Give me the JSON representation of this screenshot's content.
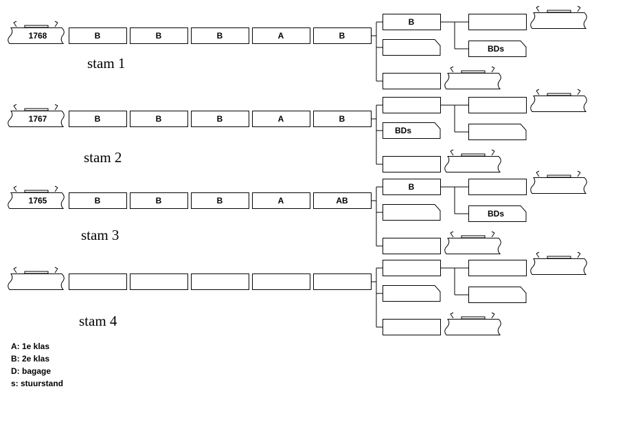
{
  "stams": [
    {
      "label": "stam 1",
      "loco_number": "1768",
      "cars": [
        "B",
        "B",
        "B",
        "A",
        "B"
      ],
      "branch": {
        "upper": "B",
        "middle_cab": "",
        "lower": "",
        "right_upper": "",
        "right_lower_cab": "BDs"
      }
    },
    {
      "label": "stam 2",
      "loco_number": "1767",
      "cars": [
        "B",
        "B",
        "B",
        "A",
        "B"
      ],
      "branch": {
        "upper": "",
        "middle_cab": "BDs",
        "lower": "",
        "right_upper": "",
        "right_lower_cab": ""
      }
    },
    {
      "label": "stam 3",
      "loco_number": "1765",
      "cars": [
        "B",
        "B",
        "B",
        "A",
        "AB"
      ],
      "branch": {
        "upper": "B",
        "middle_cab": "",
        "lower": "",
        "right_upper": "",
        "right_lower_cab": "BDs"
      }
    },
    {
      "label": "stam 4",
      "loco_number": "",
      "cars": [
        "",
        "",
        "",
        "",
        ""
      ],
      "branch": {
        "upper": "",
        "middle_cab": "",
        "lower": "",
        "right_upper": "",
        "right_lower_cab": ""
      }
    }
  ],
  "legend": [
    "A: 1e klas",
    "B: 2e klas",
    "D: bagage",
    "s: stuurstand"
  ]
}
